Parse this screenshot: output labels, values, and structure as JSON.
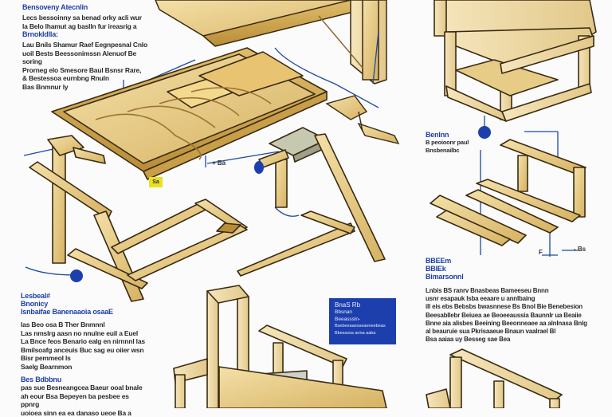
{
  "page": {
    "title": "Wooden Workbench Assembly Diagram"
  },
  "colors": {
    "wood_light": "#f0d9a0",
    "wood_mid": "#dcb868",
    "wood_dark": "#b88e3c",
    "outline": "#3a2a12",
    "dimension_line": "#1d4aa0",
    "marker_blue": "#1d3fae",
    "tag_yellow": "#e9e21f",
    "background": "#fbfbfb"
  },
  "top_left_block": {
    "heading": "Bensoveny Atecnlin",
    "lines": [
      "Lecs bessoinny sa benad orky acli wur",
      "la Belo lhamut ag baslln fur ireasrig a",
      "Brnokldlla:",
      "Lau Bnils Shamur Raef Eegnpesnal Cnlo",
      "uoil Bests Beessonimssn Alenuof Be soring",
      "Prorneg elo Smesore Baul Bsnsr Rare,",
      "& Bestessoa eurnbng Rnuln",
      "Bas Bnmnur ly"
    ]
  },
  "left_mid_block": {
    "heading_lines": [
      "Lesbeal#",
      "Bnonicy",
      "Isnbaifae Banenaaoia osaaE"
    ],
    "lines": [
      "las Beo osa B Ther Bnmnnl",
      "Las nmslrg aasn no nnulne euil a Euel",
      "La Bnce feos Benario ealg en nirnnnl las",
      "Bmilsoafg anceuis Buc sag eu oiier wsn",
      "Bisr pemmeol ls",
      "Saelg Bearnmon"
    ],
    "heading2": "Bes Bdbbnu",
    "lines2": [
      "pas sue Besneangcea Baeur ooal bnale",
      "ah eour Bsa Bepeyen ba pesbee es ppnrg",
      "uoioea sinn ea ea danaso ueoe Ba a"
    ]
  },
  "right_mid_block": {
    "heading": "Benlnn",
    "lines": [
      "B peoioonr paul",
      "Bnsbenailbc"
    ]
  },
  "right_lower_block": {
    "heading_lines": [
      "BBEEm",
      "BBIEk",
      "Bimarsonnl"
    ],
    "lines": [
      "Lnbis BS ranrv Bnasbeas Bameeseu Bnnn",
      "usnr esapauk lsba eeaare u annlbaing",
      "ill eis ebs Bebsbs bwasnnese Bs Bnol Bie Benebesion",
      "Beesabllebr Beiuea ae Beoeeaussia Baunnlr ua Beaiie",
      "Bnne aia alisbes Beeining Beeonneaee aa alnlnasa Bnlg",
      "al beauruie sua Pkrisaaeue Bnaun vaalrael Bl",
      "Bsa aaiaa uy Besseg sae Bea"
    ]
  },
  "blue_box": {
    "lines": [
      "BnaS  Rb",
      "Bbsnan",
      "Beeasssln-",
      "Bsebeeaaesseaeneebeas",
      "Bbessssa  anna  aaba"
    ]
  },
  "yellow_tag": {
    "label": "Sa"
  },
  "dimension_labels": {
    "top_center": "+ Ba",
    "right_low": "- Bs",
    "right_low_left": "F"
  }
}
